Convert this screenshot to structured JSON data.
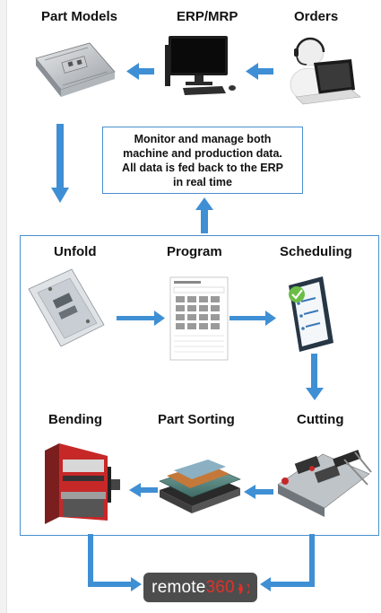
{
  "top": {
    "part_models": "Part Models",
    "erp_mrp": "ERP/MRP",
    "orders": "Orders"
  },
  "monitor_text": {
    "line1": "Monitor and manage both",
    "line2": "machine and production data.",
    "line3": "All data is fed back to the ERP",
    "line4": "in real time"
  },
  "steps": {
    "unfold": "Unfold",
    "program": "Program",
    "scheduling": "Scheduling",
    "bending": "Bending",
    "part_sorting": "Part Sorting",
    "cutting": "Cutting"
  },
  "remote": {
    "brand": "remote",
    "number": "360"
  },
  "colors": {
    "arrow": "#3f8fd4",
    "frame": "#4a8fd0",
    "remote_bg": "#4d4d4d",
    "remote_accent": "#e0322a",
    "check": "#6bbd45"
  },
  "icons": [
    "part-model-icon",
    "computer-icon",
    "headset-operator-icon",
    "unfolded-sheet-icon",
    "program-sheet-icon",
    "checklist-tablet-icon",
    "press-brake-icon",
    "pallets-icon",
    "laser-cutter-icon",
    "wifi-signal-icon"
  ]
}
